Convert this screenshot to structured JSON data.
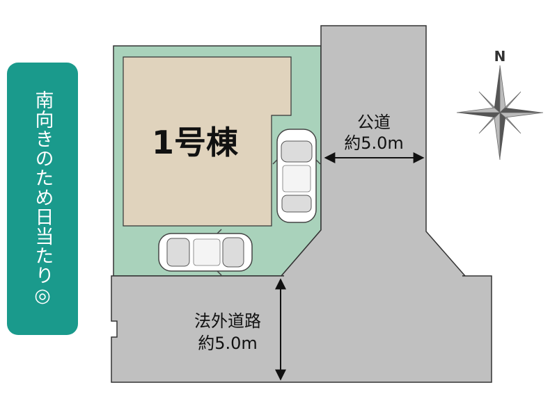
{
  "badge": {
    "text": "南向きのため日当たり◎",
    "color": "#1a9a8c"
  },
  "lot": {
    "label": "1号棟",
    "lot_color": "#a9d2bb",
    "building_color": "#e0d3bd"
  },
  "road_public": {
    "name": "公道",
    "width": "約5.0m"
  },
  "road_private": {
    "name": "法外道路",
    "width": "約5.0m"
  },
  "compass": {
    "north_label": "N"
  },
  "road_color": "#c0c0c0"
}
